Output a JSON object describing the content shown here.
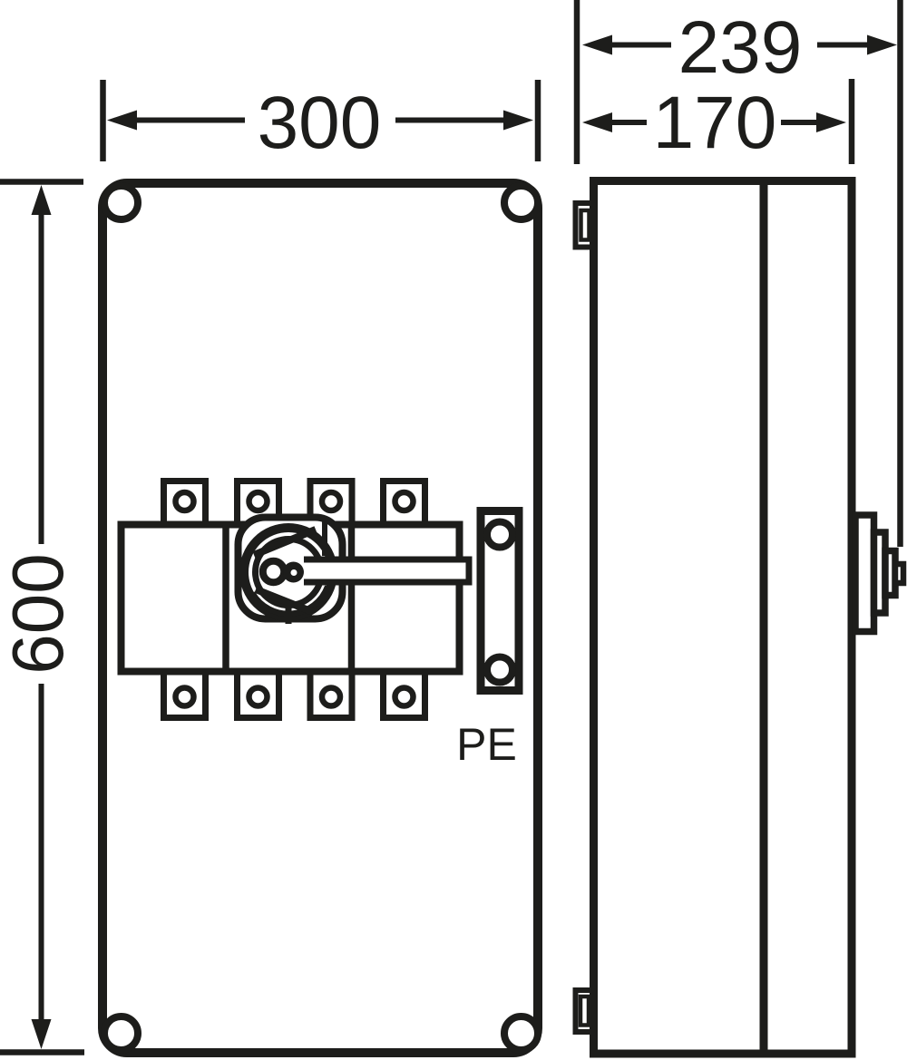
{
  "colors": {
    "line": "#1d1d1b",
    "background": "#ffffff"
  },
  "front_view": {
    "dim_width": "300",
    "dim_height": "600",
    "pe_label": "PE"
  },
  "side_view": {
    "dim_depth_total": "239",
    "dim_depth_body": "170"
  }
}
